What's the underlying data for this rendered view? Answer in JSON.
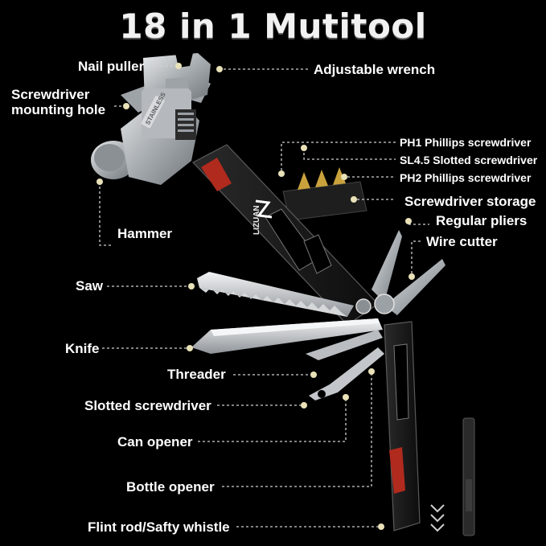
{
  "title": "18 in 1 Mutitool",
  "brand_mark": "LIZUAN",
  "stamp": "STAINLESS",
  "labels": {
    "nail_puller": "Nail puller",
    "adjustable_wrench": "Adjustable wrench",
    "screwdriver_mounting_hole": [
      "Screwdriver",
      "mounting hole"
    ],
    "ph1": "PH1 Phillips screwdriver",
    "sl45": "SL4.5 Slotted screwdriver",
    "ph2": "PH2 Phillips screwdriver",
    "screwdriver_storage": "Screwdriver storage",
    "regular_pliers": "Regular pliers",
    "wire_cutter": "Wire cutter",
    "hammer": "Hammer",
    "saw": "Saw",
    "knife": "Knife",
    "threader": "Threader",
    "slotted_screwdriver": "Slotted screwdriver",
    "can_opener": "Can opener",
    "bottle_opener": "Bottle opener",
    "flint_rod": "Flint rod/Safty whistle"
  },
  "colors": {
    "background": "#000000",
    "text": "#ffffff",
    "steel": "#bfc3c6",
    "handle": "#1b1b1b",
    "accent": "#c0392b",
    "leader_dot": "#e9e1b8"
  }
}
